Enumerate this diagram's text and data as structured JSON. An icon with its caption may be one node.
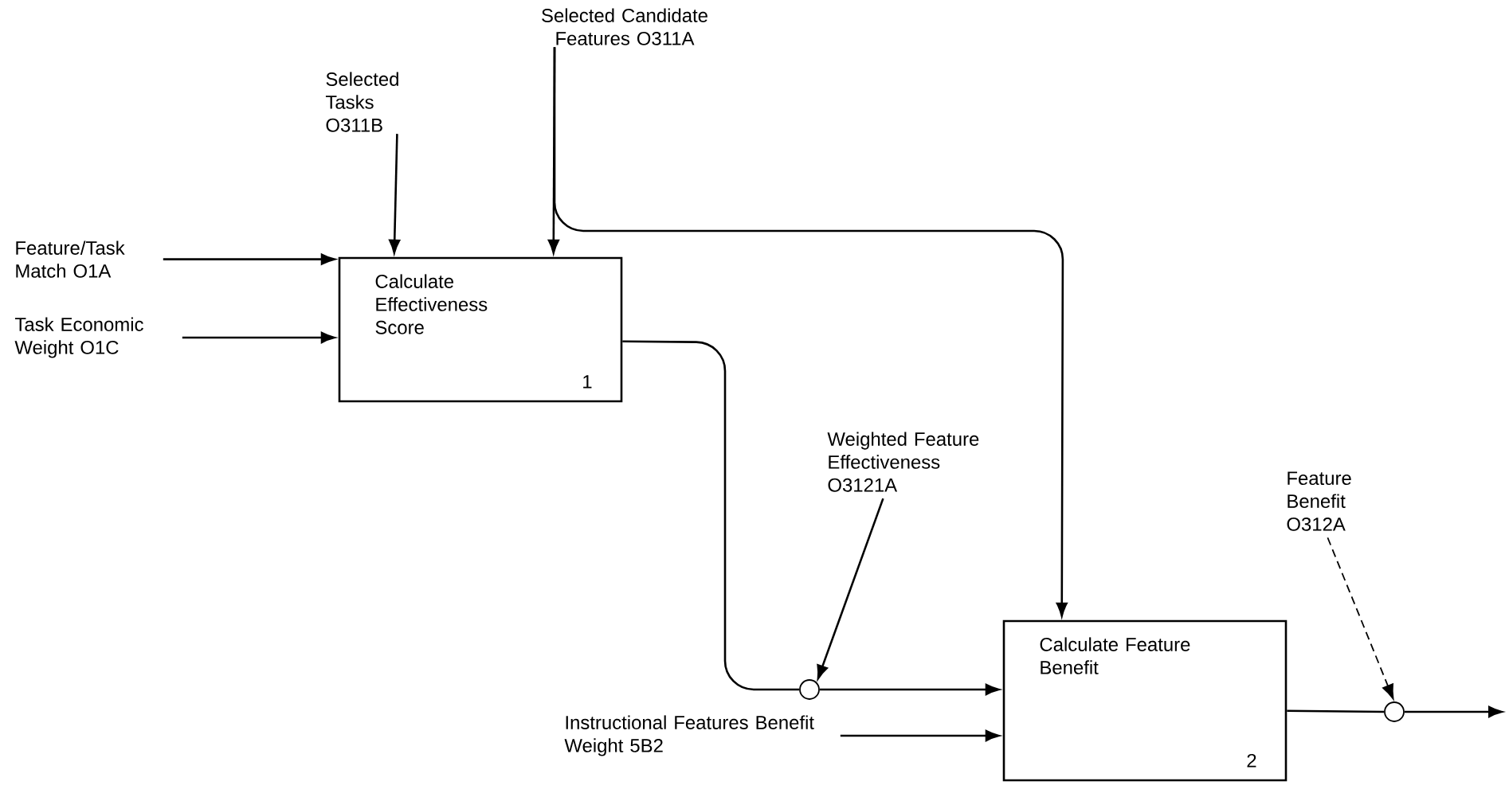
{
  "diagram": {
    "nodes": [
      {
        "text": [
          "Selected Candidate Features O311A"
        ]
      },
      {
        "text": [
          "Selected Tasks O311B"
        ]
      },
      {
        "text": [
          "Feature/Task Match O1A"
        ]
      },
      {
        "text": [
          "Calculate Effectiveness Score",
          "1"
        ]
      },
      {
        "text": [
          "Task Economic Weight O1C"
        ]
      },
      {
        "text": [
          "Weighted Feature Effectiveness O3121A"
        ]
      },
      {
        "text": [
          "Feature Benefit O312A"
        ]
      },
      {
        "text": [],
        "shape": "circle"
      },
      {
        "text": [
          "Calculate Feature Benefit",
          "2"
        ]
      },
      {
        "text": [],
        "shape": "circle"
      },
      {
        "text": [
          "Instructional Features Benefit Weight 5B2"
        ]
      }
    ],
    "edges": [
      {
        "from": 2,
        "to": 3,
        "arrow": "to"
      },
      {
        "from": 4,
        "to": 3,
        "arrow": "to"
      },
      {
        "from": 1,
        "to": 3,
        "arrow": "to"
      },
      {
        "from": 0,
        "to": 3,
        "arrow": "to"
      },
      {
        "from": 0,
        "to": 8,
        "arrow": "to"
      },
      {
        "from": 3,
        "to": 7,
        "arrow": "none"
      },
      {
        "from": 7,
        "to": 8,
        "arrow": "to"
      },
      {
        "from": 10,
        "to": 8,
        "arrow": "to"
      },
      {
        "from": 8,
        "to": 9,
        "arrow": "none"
      },
      {
        "from": 9,
        "to": null,
        "arrow": "to"
      },
      {
        "from": 5,
        "to": 7,
        "arrow": "to"
      },
      {
        "from": 6,
        "to": 9,
        "arrow": "to",
        "style": "dashed"
      }
    ]
  }
}
